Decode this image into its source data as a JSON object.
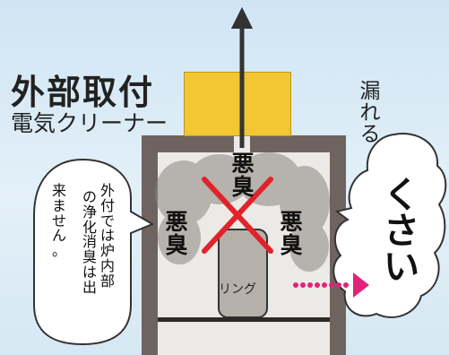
{
  "title": "外部取付",
  "subtitle": "電気クリーナー",
  "leak_label": [
    "漏",
    "れ",
    "る"
  ],
  "foul_odor_top": [
    "悪",
    "臭"
  ],
  "foul_odor_left": [
    "悪",
    "臭"
  ],
  "foul_odor_right": [
    "悪",
    "臭"
  ],
  "ring_label": "リング",
  "bubble_columns": [
    [
      "外",
      "付",
      "で",
      "は",
      "炉",
      "内",
      "部"
    ],
    [
      "の",
      "浄",
      "化",
      "消",
      "臭",
      "は",
      "出"
    ],
    [
      "来",
      "ま",
      "せ",
      "ん",
      "。"
    ]
  ],
  "smelly_label": [
    "く",
    "さ",
    "い"
  ],
  "colors": {
    "cleaner_box": "#f3c633",
    "furnace_wall": "#6f6360",
    "cross_mark": "#e0232a",
    "leak_arrow": "#e0237a",
    "background": "#d9ebf6"
  }
}
